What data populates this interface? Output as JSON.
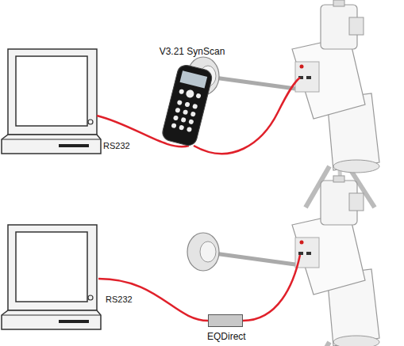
{
  "diagram": {
    "nodes": [
      {
        "text": [
          "V3.21 SynScan"
        ]
      },
      {
        "text": [
          "EQDirect"
        ]
      }
    ],
    "labels": [
      "RS232",
      "RS232"
    ]
  }
}
